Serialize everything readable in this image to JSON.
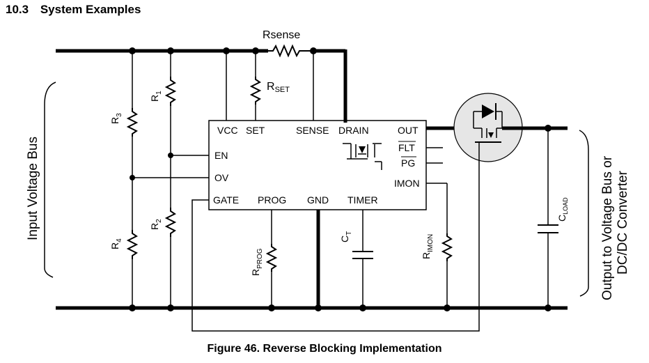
{
  "section": {
    "number": "10.3",
    "title": "System Examples"
  },
  "caption": "Figure 46.  Reverse Blocking Implementation",
  "labels": {
    "rsense": "Rsense",
    "rset_main": "R",
    "rset_sub": "SET",
    "input_bus": "Input Voltage Bus",
    "output_bus_line1": "Output to Voltage Bus or",
    "output_bus_line2": "DC/DC Converter",
    "r1_main": "R",
    "r1_sub": "1",
    "r2_main": "R",
    "r2_sub": "2",
    "r3_main": "R",
    "r3_sub": "3",
    "r4_main": "R",
    "r4_sub": "4",
    "rprog_main": "R",
    "rprog_sub": "PROG",
    "ct_main": "C",
    "ct_sub": "T",
    "rimon_main": "R",
    "rimon_sub": "IMON",
    "cload_main": "C",
    "cload_sub": "LOAD"
  },
  "pins": {
    "vcc": "VCC",
    "set": "SET",
    "sense": "SENSE",
    "drain": "DRAIN",
    "out": "OUT",
    "en": "EN",
    "ov": "OV",
    "flt": "FLT",
    "pg": "PG",
    "imon": "IMON",
    "gate": "GATE",
    "prog": "PROG",
    "gnd": "GND",
    "timer": "TIMER"
  }
}
